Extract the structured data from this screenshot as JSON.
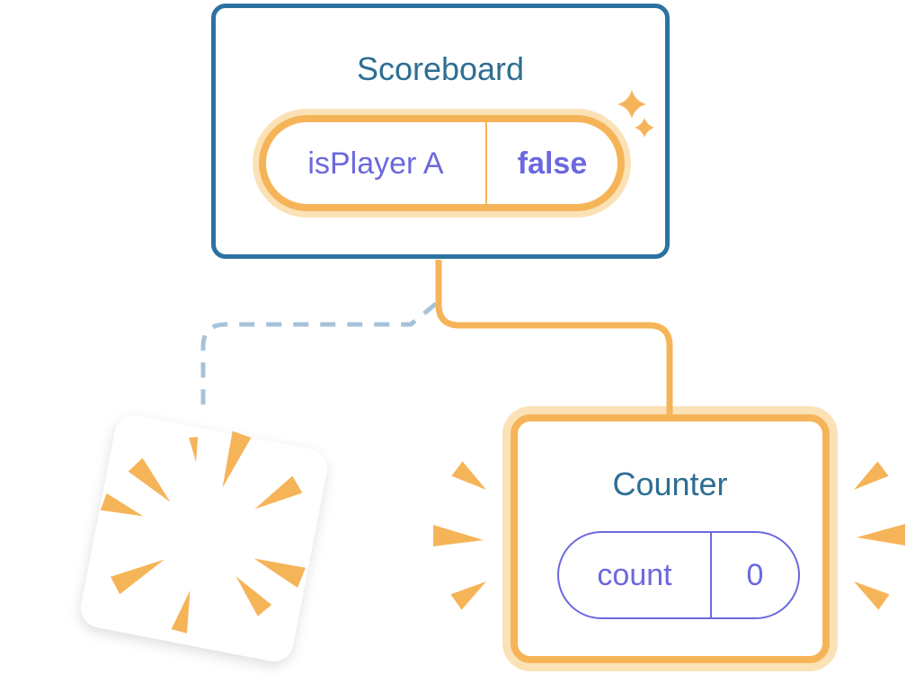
{
  "scoreboard": {
    "title": "Scoreboard",
    "state": {
      "name": "isPlayer A",
      "value": "false"
    }
  },
  "counter": {
    "title": "Counter",
    "state": {
      "name": "count",
      "value": "0"
    }
  },
  "icons": {
    "sparkles": "sparkle-icon",
    "poof_burst": "poof-burst-icon",
    "emphasis_left": "emphasis-marks-left-icon",
    "emphasis_right": "emphasis-marks-right-icon"
  },
  "colors": {
    "background": "#FFFFFF",
    "card_border_blue": "#2B72A1",
    "title_text_blue": "#2E6E93",
    "state_purple": "#6B68DE",
    "accent_orange": "#F6B459",
    "orange_glow": "#FBE2B6",
    "dashed_connector_blue": "#A7C2D8"
  }
}
